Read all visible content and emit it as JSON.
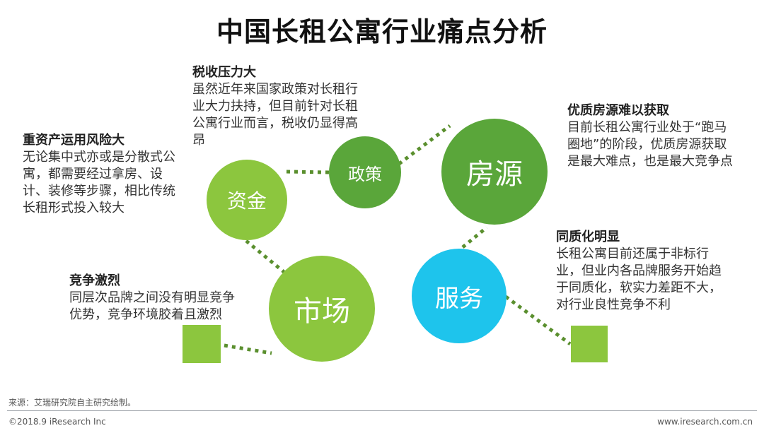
{
  "title": "中国长租公寓行业痛点分析",
  "nodes": {
    "zijin": {
      "label": "资金",
      "color": "#8cc63e"
    },
    "zhengce": {
      "label": "政策",
      "color": "#5aa63a"
    },
    "fangyuan": {
      "label": "房源",
      "color": "#5aa63a"
    },
    "shichang": {
      "label": "市场",
      "color": "#8cc63e"
    },
    "fuwu": {
      "label": "服务",
      "color": "#1ec4ec"
    }
  },
  "square_color": "#8cc63e",
  "link_color": "#5a8f2e",
  "notes": {
    "tax": {
      "head": "税收压力大",
      "lines": [
        "虽然近年来国家政策对长租行",
        "业大力扶持，但目前针对长租",
        "公寓行业而言，税收仍显得高",
        "昂"
      ]
    },
    "asset": {
      "head": "重资产运用风险大",
      "lines": [
        "无论集中式亦或是分散式公",
        "寓，都需要经过拿房、设",
        "计、装修等步骤，相比传统",
        "长租形式投入较大"
      ]
    },
    "housing": {
      "head": "优质房源难以获取",
      "lines": [
        "目前长租公寓行业处于“跑马",
        "圈地”的阶段，优质房源获取",
        "是最大难点，也是最大竞争点"
      ]
    },
    "homog": {
      "head": "同质化明显",
      "lines": [
        "长租公寓目前还属于非标行",
        "业，但业内各品牌服务开始趋",
        "于同质化，软实力差距不大，",
        "对行业良性竞争不利"
      ]
    },
    "compete": {
      "head": "竞争激烈",
      "lines": [
        "同层次品牌之间没有明显竞争",
        "优势，竞争环境胶着且激烈"
      ]
    }
  },
  "footer": {
    "source": "来源：艾瑞研究院自主研究绘制。",
    "copyright": "©2018.9 iResearch Inc",
    "website": "www.iresearch.com.cn"
  }
}
